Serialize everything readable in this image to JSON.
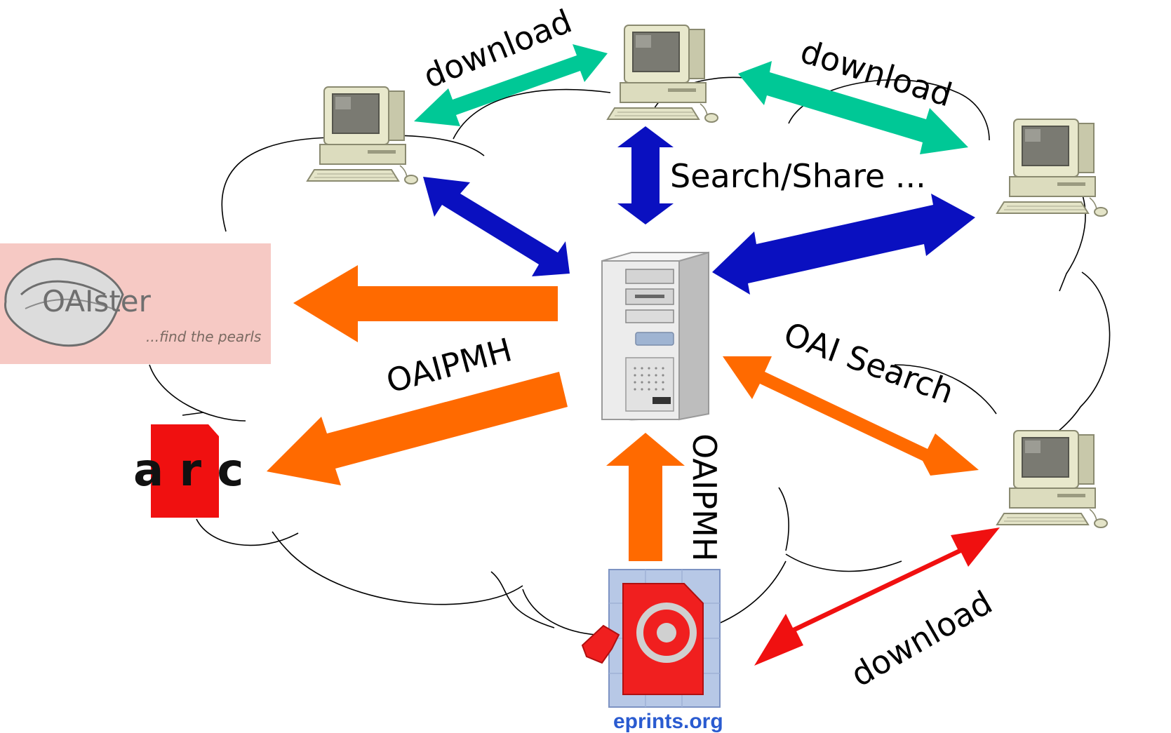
{
  "colors": {
    "teal_arrow": "#00c896",
    "blue_arrow": "#0a10c0",
    "orange_arrow": "#ff6a00",
    "red_arrow": "#f01010",
    "oaister_bg": "#f6c9c4"
  },
  "icons": [
    "desktop-computer",
    "server-tower",
    "oaister-logo",
    "arc-logo",
    "eprints-logo"
  ],
  "labels": {
    "download_top_left": "download",
    "download_top_right": "download",
    "download_bottom_right": "download",
    "search_share": "Search/Share ...",
    "oaipmh_left": "OAIPMH",
    "oaipmh_bottom": "OAIPMH",
    "oai_search": "OAI Search"
  },
  "logos": {
    "oaister_title": "OAIster",
    "oaister_tagline": "...find the pearls",
    "arc": "a r c",
    "eprints": "eprints.org"
  }
}
